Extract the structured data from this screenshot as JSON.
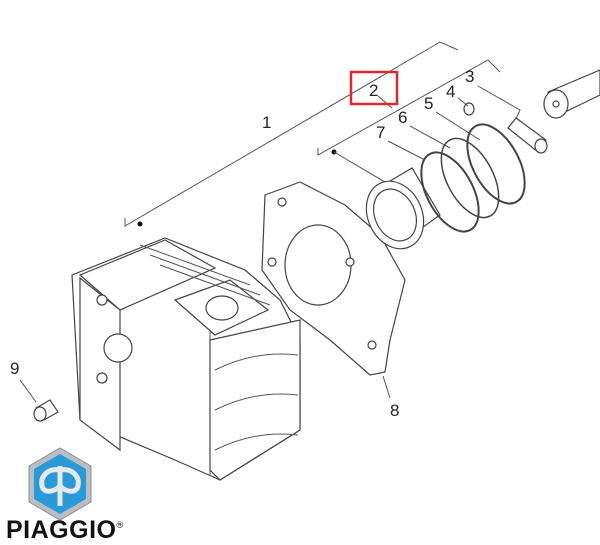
{
  "diagram": {
    "callouts": [
      {
        "id": "1",
        "label": "1"
      },
      {
        "id": "2",
        "label": "2",
        "highlighted": true
      },
      {
        "id": "3",
        "label": "3"
      },
      {
        "id": "4",
        "label": "4"
      },
      {
        "id": "5",
        "label": "5"
      },
      {
        "id": "6",
        "label": "6"
      },
      {
        "id": "7",
        "label": "7"
      },
      {
        "id": "8",
        "label": "8"
      },
      {
        "id": "9",
        "label": "9"
      }
    ],
    "highlight_color": "#e3262e"
  },
  "brand": {
    "name": "PIAGGIO",
    "registered": "®",
    "logo_color": "#2a9ad6"
  }
}
